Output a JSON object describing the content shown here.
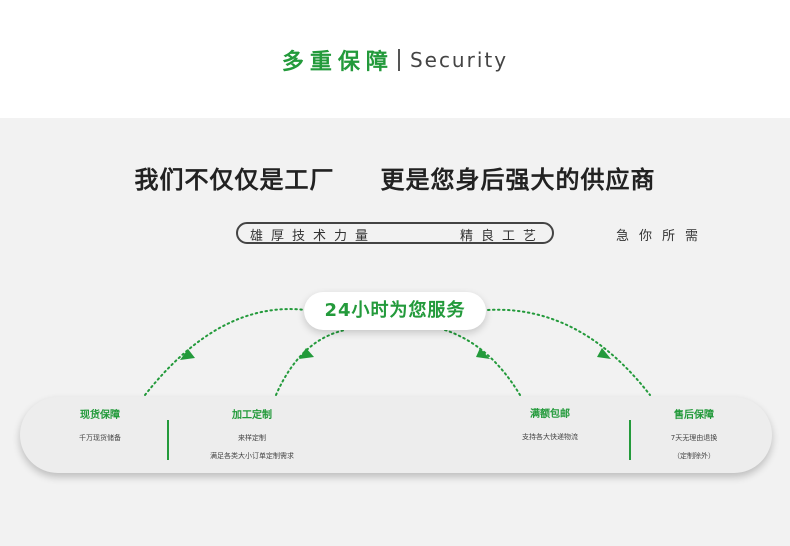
{
  "header": {
    "title_cn": "多重保障",
    "title_en": "Security"
  },
  "headline": {
    "part1": "我们不仅仅是工厂",
    "part2": "更是您身后强大的供应商"
  },
  "pill": {
    "left": "雄厚技术力量",
    "right": "精良工艺"
  },
  "tagline": "急你所需",
  "badge": "24小时为您服务",
  "sections": [
    {
      "title": "现货保障",
      "lines": [
        "千万现货储备"
      ]
    },
    {
      "title": "加工定制",
      "lines": [
        "来样定制",
        "满足各类大小订单定制需求"
      ]
    },
    {
      "title": "满额包邮",
      "lines": [
        "支持各大快递物流"
      ]
    },
    {
      "title": "售后保障",
      "lines": [
        "7天无理由退换",
        "（定制除外）"
      ]
    }
  ],
  "colors": {
    "accent_green": "#239a3b",
    "panel_bg": "#f2f2f2",
    "text_dark": "#222222"
  }
}
